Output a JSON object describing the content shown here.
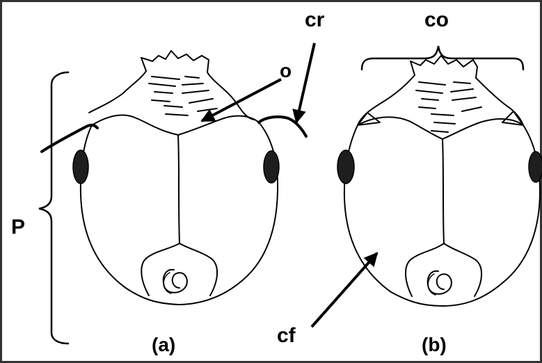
{
  "labels": {
    "cr": "cr",
    "co": "co",
    "o": "o",
    "p": "P",
    "cf": "cf",
    "panel_a": "(a)",
    "panel_b": "(b)"
  },
  "colors": {
    "ink": "#000000",
    "eye_fill": "#1e1e1e",
    "paper": "#ffffff",
    "frame": "#333333"
  }
}
